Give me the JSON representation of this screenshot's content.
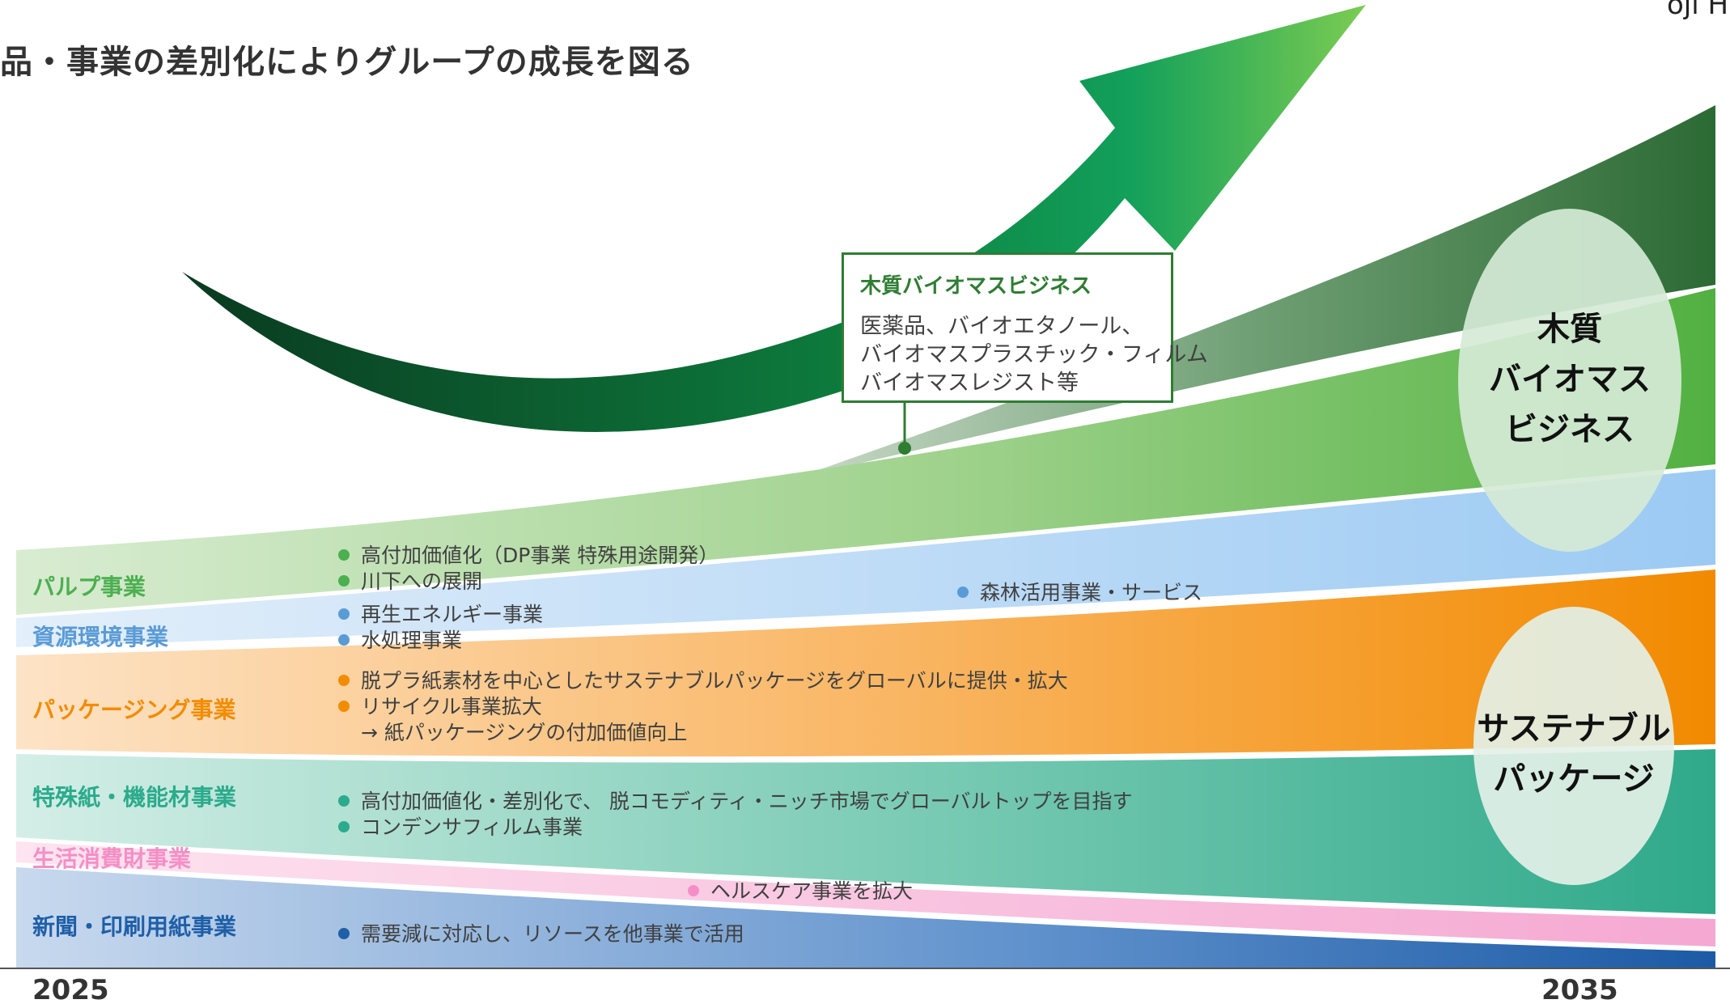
{
  "header": {
    "title": "品・事業の差別化によりグループの成長を図る",
    "logo_text": "oji H"
  },
  "categories": {
    "pulp": "パルプ事業",
    "resource": "資源環境事業",
    "packaging": "パッケージング事業",
    "specialty": "特殊紙・機能材事業",
    "consumer": "生活消費財事業",
    "newsprint": "新聞・印刷用紙事業"
  },
  "bullets": {
    "pulp_1": "高付加価値化（DP事業 特殊用途開発）",
    "pulp_2": "川下への展開",
    "resource_1": "再生エネルギー事業",
    "resource_2": "水処理事業",
    "forest": "森林活用事業・サービス",
    "packaging_1": "脱プラ紙素材を中心としたサステナブルパッケージをグローバルに提供・拡大",
    "packaging_2": "リサイクル事業拡大",
    "packaging_3": "→ 紙パッケージングの付加価値向上",
    "specialty_1": "高付加価値化・差別化で、 脱コモディティ・ニッチ市場でグローバルトップを目指す",
    "specialty_2": "コンデンサフィルム事業",
    "consumer_1": "ヘルスケア事業を拡大",
    "newsprint_1": "需要減に対応し、リソースを他事業で活用"
  },
  "callout": {
    "title": "木質バイオマスビジネス",
    "line1": "医薬品、バイオエタノール、",
    "line2": "バイオマスプラスチック・フィルム",
    "line3": "バイオマスレジスト等"
  },
  "ellipses": {
    "biomass_line1": "木質",
    "biomass_line2": "バイオマス",
    "biomass_line3": "ビジネス",
    "packaging_line1": "サステナブル",
    "packaging_line2": "パッケージ"
  },
  "axis": {
    "start_year": "2025",
    "end_year": "2035"
  },
  "colors": {
    "pulp": "#4caf50",
    "resource": "#5b9bd5",
    "packaging": "#f28c00",
    "specialty": "#2bab8c",
    "consumer": "#f48fc6",
    "newsprint": "#1f5fa8",
    "biomass": "#2e6b3a",
    "arrow_dark": "#0b3d22",
    "arrow_light": "#7ecb57"
  }
}
